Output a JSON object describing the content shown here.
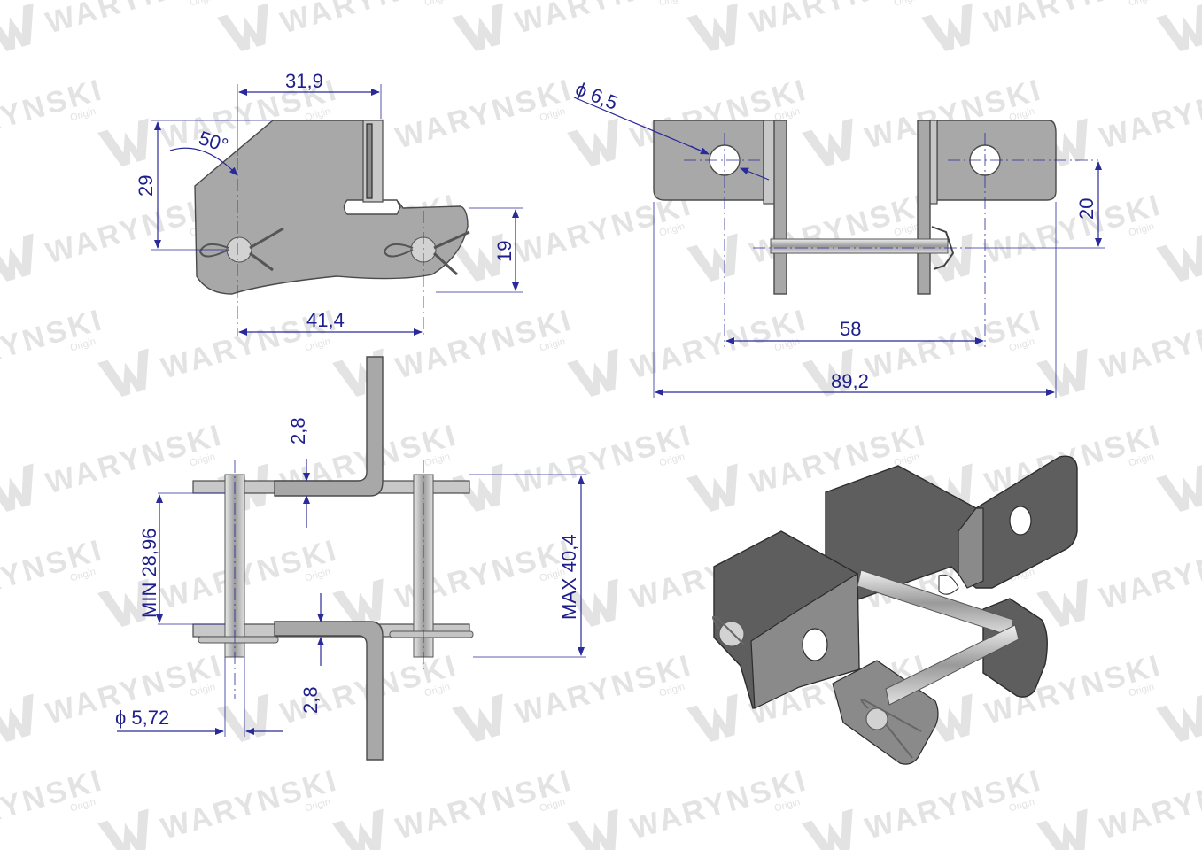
{
  "watermark": {
    "brand": "WARYNSKI",
    "sub": "Origin"
  },
  "dimensions": {
    "top_width": "31,9",
    "angle": "50°",
    "left_height": "29",
    "right_height": "19",
    "pin_spacing": "41,4",
    "hole_diameter": "ϕ 6,5",
    "hole_height": "20",
    "hole_spacing": "58",
    "overall_width": "89,2",
    "thickness_top": "2,8",
    "thickness_bottom": "2,8",
    "min_inner_width": "MIN 28,96",
    "max_outer_width": "MAX 40,4",
    "pin_diameter": "ϕ 5,72"
  },
  "colors": {
    "dimension": "#1e1e8c",
    "metal": "#a8a8a8",
    "metal_dark": "#5e5e5e"
  }
}
